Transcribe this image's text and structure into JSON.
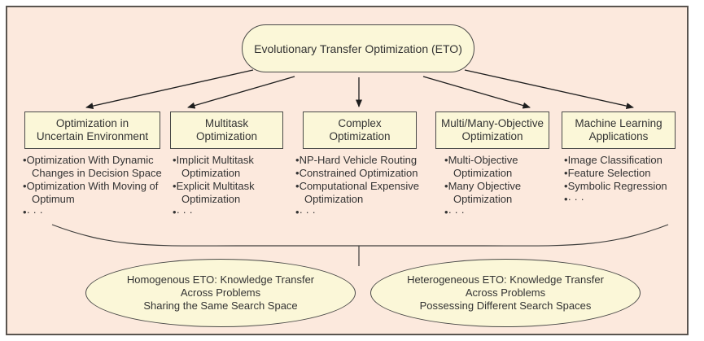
{
  "diagram": {
    "root_label": "Evolutionary Transfer Optimization (ETO)",
    "categories": [
      {
        "label_lines": [
          "Optimization in",
          "Uncertain Environment"
        ],
        "items": [
          "Optimization With Dynamic Changes in Decision Space",
          "Optimization With Moving of Optimum",
          "· · ·"
        ]
      },
      {
        "label_lines": [
          "Multitask",
          "Optimization"
        ],
        "items": [
          "Implicit Multitask Optimization",
          "Explicit Multitask Optimization",
          "· · ·"
        ]
      },
      {
        "label_lines": [
          "Complex",
          "Optimization"
        ],
        "items": [
          "NP-Hard Vehicle Routing",
          "Constrained Optimization",
          "Computational Expensive Optimization",
          "· · ·"
        ]
      },
      {
        "label_lines": [
          "Multi/Many-Objective",
          "Optimization"
        ],
        "items": [
          "Multi-Objective Optimization",
          "Many Objective Optimization",
          "· · ·"
        ]
      },
      {
        "label_lines": [
          "Machine Learning",
          "Applications"
        ],
        "items": [
          "Image Classification",
          "Feature Selection",
          "Symbolic Regression",
          "· · ·"
        ]
      }
    ],
    "groupings": [
      {
        "lines": [
          "Homogenous ETO: Knowledge Transfer",
          "Across Problems",
          "Sharing the Same Search Space"
        ]
      },
      {
        "lines": [
          "Heterogeneous ETO: Knowledge Transfer",
          "Across Problems",
          "Possessing Different Search Spaces"
        ]
      }
    ],
    "colors": {
      "canvas_background": "#fce9dd",
      "node_fill": "#fbf7d8",
      "node_border": "#4a4a48",
      "connector": "#1e1e1e",
      "text": "#333333",
      "frame_border": "#5a544f"
    }
  }
}
